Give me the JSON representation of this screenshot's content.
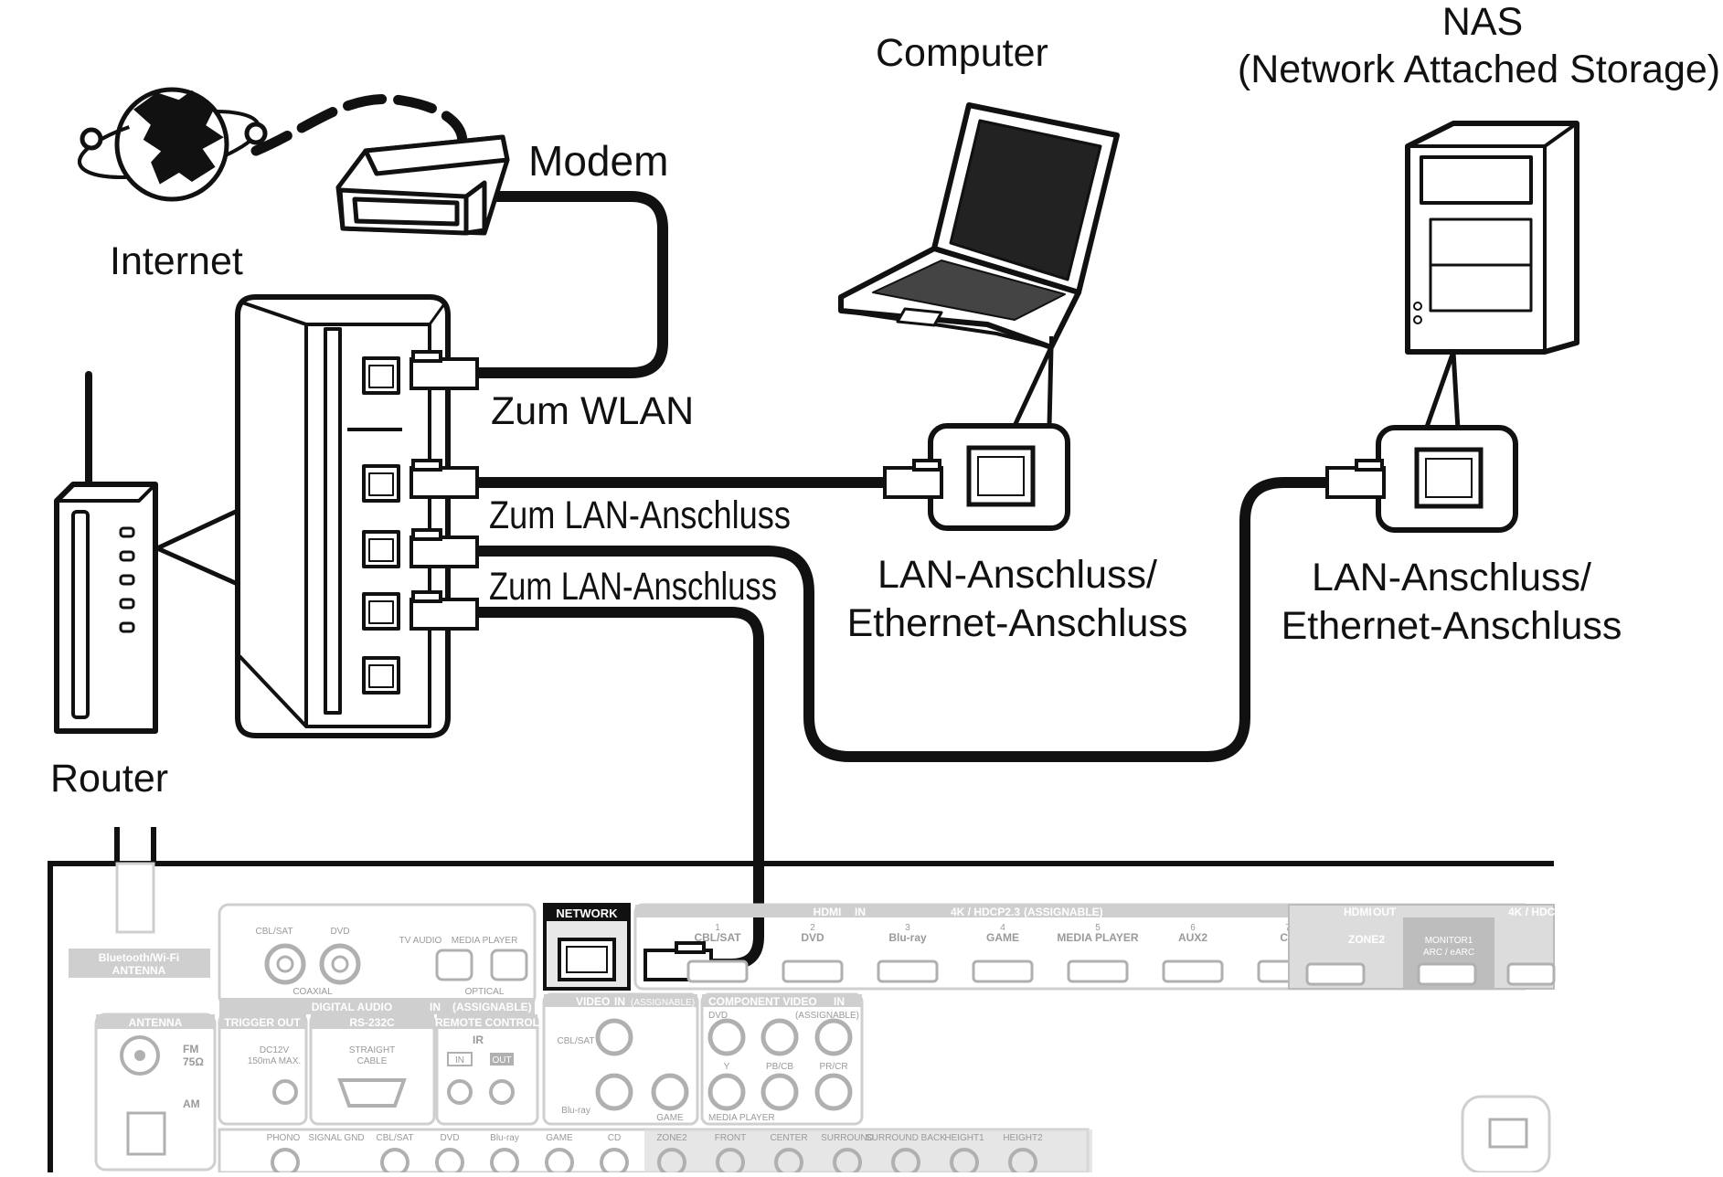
{
  "labels": {
    "internet": "Internet",
    "modem": "Modem",
    "router": "Router",
    "computer": "Computer",
    "nas_line1": "NAS",
    "nas_line2": "(Network Attached Storage)",
    "to_wlan": "Zum WLAN",
    "to_lan_1": "Zum LAN-Anschluss",
    "to_lan_2": "Zum LAN-Anschluss",
    "computer_port_line1": "LAN-Anschluss/",
    "computer_port_line2": "Ethernet-Anschluss",
    "nas_port_line1": "LAN-Anschluss/",
    "nas_port_line2": "Ethernet-Anschluss"
  },
  "receiver_panel": {
    "network": "NETWORK",
    "bt_antenna_1": "Bluetooth/Wi-Fi",
    "bt_antenna_2": "ANTENNA",
    "antenna": "ANTENNA",
    "fm": "FM",
    "fm_ohm": "75Ω",
    "am": "AM",
    "digital_audio": "DIGITAL AUDIO",
    "digital_audio_in": "IN",
    "digital_audio_assignable": "(ASSIGNABLE)",
    "coaxial": "COAXIAL",
    "optical": "OPTICAL",
    "coax_1": "CBL/SAT",
    "coax_2": "DVD",
    "opt_1": "TV AUDIO",
    "opt_2": "MEDIA PLAYER",
    "trigger_out": "TRIGGER OUT",
    "trigger_spec_1": "DC12V",
    "trigger_spec_2": "150mA MAX.",
    "rs232c": "RS-232C",
    "rs232c_cable_1": "STRAIGHT",
    "rs232c_cable_2": "CABLE",
    "remote_control": "REMOTE CONTROL",
    "ir": "IR",
    "ir_in": "IN",
    "ir_out": "OUT",
    "hdmi_in": "HDMI",
    "hdmi_in_tag": "IN",
    "hdmi_spec": "4K / HDCP2.3",
    "hdmi_assignable": "(ASSIGNABLE)",
    "hdmi_inputs": [
      "CBL/SAT",
      "DVD",
      "Blu-ray",
      "GAME",
      "MEDIA PLAYER",
      "AUX2",
      "CD"
    ],
    "hdmi_out": "HDMI",
    "hdmi_out_tag": "OUT",
    "hdmi_out_spec": "4K / HDC",
    "zone2": "ZONE2",
    "monitor_1": "MONITOR1",
    "monitor_arc": "ARC / eARC",
    "video_in": "VIDEO",
    "video_in_tag": "IN",
    "video_assignable": "(ASSIGNABLE)",
    "video_1": "CBL/SAT",
    "video_2": "Blu-ray",
    "video_3": "GAME",
    "component_video": "COMPONENT VIDEO",
    "component_tag": "IN",
    "component_assignable": "(ASSIGNABLE)",
    "component_1": "DVD",
    "component_2": "MEDIA PLAYER",
    "y": "Y",
    "pb": "PB/CB",
    "pr": "PR/CR",
    "phono": "PHONO",
    "signal_gnd": "SIGNAL GND",
    "bottom_inputs": [
      "CBL/SAT",
      "DVD",
      "Blu-ray",
      "GAME",
      "CD"
    ],
    "bottom_outputs": [
      "ZONE2",
      "FRONT",
      "CENTER",
      "SURROUND",
      "SURROUND BACK",
      "HEIGHT1",
      "HEIGHT2"
    ]
  },
  "colors": {
    "line": "#111111",
    "panel_gray": "#cfcfcf",
    "panel_text": "#9a9a9a",
    "highlight": "#e8e8e8"
  }
}
